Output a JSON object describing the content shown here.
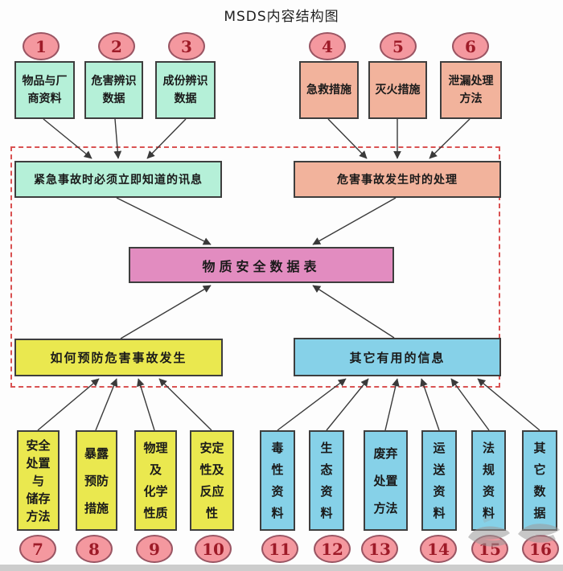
{
  "title": "MSDS内容结构图",
  "top_items": [
    {
      "num": "1",
      "label": "物品与厂商资料",
      "display": "物品与厂\n商资料"
    },
    {
      "num": "2",
      "label": "危害辨识数据",
      "display": "危害辨识\n数据"
    },
    {
      "num": "3",
      "label": "成份辨识数据",
      "display": "成份辨识\n数据"
    },
    {
      "num": "4",
      "label": "急救措施",
      "display": "急救措施"
    },
    {
      "num": "5",
      "label": "灭火措施",
      "display": "灭火措施"
    },
    {
      "num": "6",
      "label": "泄漏处理方法",
      "display": "泄漏处理\n方法"
    }
  ],
  "mid_boxes": {
    "left": "紧急事故时必须立即知道的讯息",
    "right": "危害事故发生时的处理"
  },
  "center_box": "物质安全数据表",
  "lower_boxes": {
    "left": "如何预防危害事故发生",
    "right": "其它有用的信息"
  },
  "bottom_items": [
    {
      "num": "7",
      "label": "安全处置与储存方法",
      "display": "安全\n处置\n与\n储存\n方法"
    },
    {
      "num": "8",
      "label": "暴露预防措施",
      "display": "暴露\n预防\n措施"
    },
    {
      "num": "9",
      "label": "物理及化学性质",
      "display": "物理\n及\n化学\n性质"
    },
    {
      "num": "10",
      "label": "安定性及反应性",
      "display": "安定\n性及\n反应\n性"
    },
    {
      "num": "11",
      "label": "毒性资料",
      "display": "毒\n性\n资\n料"
    },
    {
      "num": "12",
      "label": "生态资料",
      "display": "生\n态\n资\n料"
    },
    {
      "num": "13",
      "label": "废弃处置方法",
      "display": "废弃\n处置\n方法"
    },
    {
      "num": "14",
      "label": "运送资料",
      "display": "运\n送\n资\n料"
    },
    {
      "num": "15",
      "label": "法规资料",
      "display": "法\n规\n资\n料"
    },
    {
      "num": "16",
      "label": "其它数据",
      "display": "其\n它\n数\n据"
    }
  ],
  "colors": {
    "mint": "#b5f0d8",
    "salmon": "#f2b39c",
    "yellow": "#eae84f",
    "cyan": "#86d1e8",
    "pink_center": "#e28cc0",
    "oval_fill": "#f4989f",
    "oval_border": "#9a5563",
    "number_text": "#9e1b28",
    "dashed_border": "#d95252",
    "arrow_line": "#3a3a3a"
  }
}
